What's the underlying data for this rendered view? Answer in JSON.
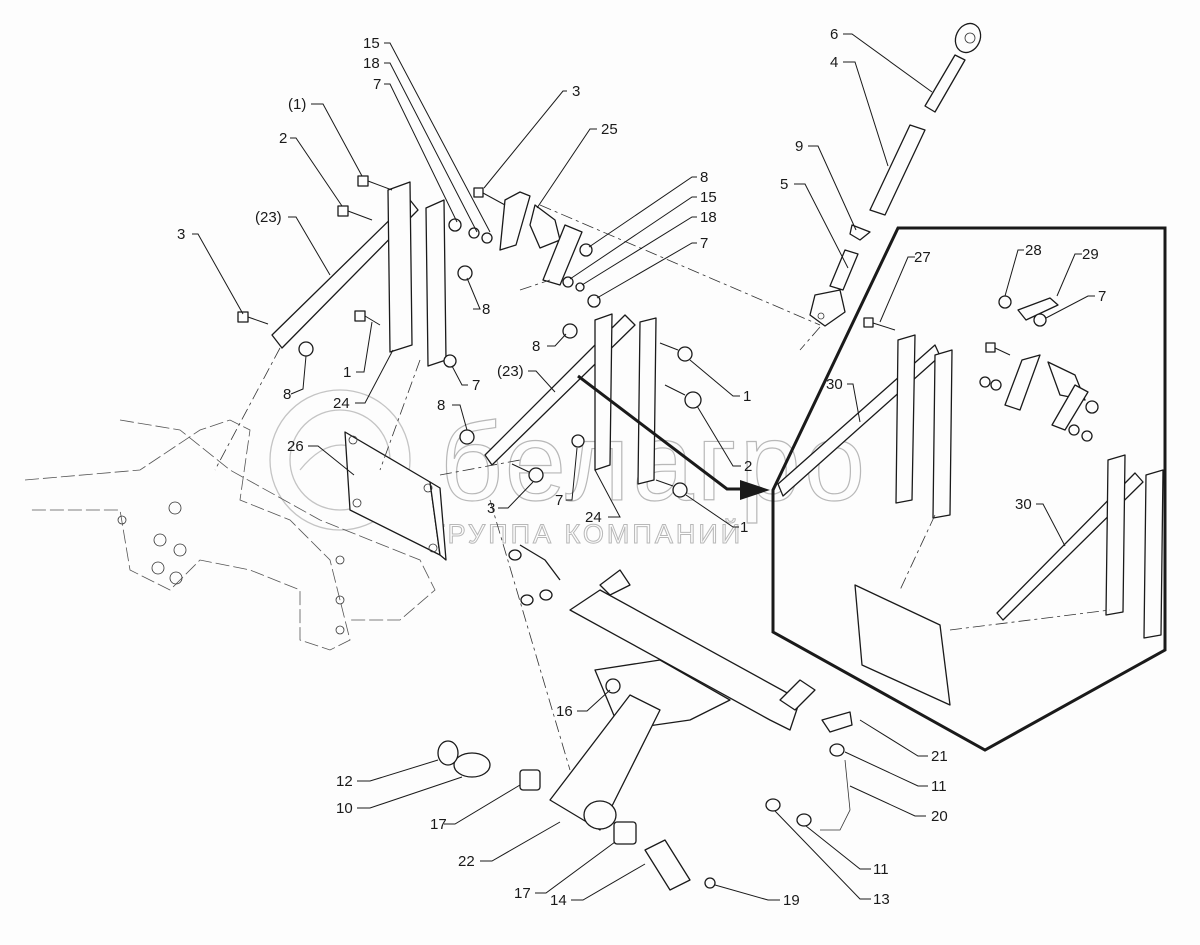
{
  "diagram": {
    "type": "exploded-parts-view",
    "colors": {
      "line": "#1a1a1a",
      "background": "#fdfdfd",
      "watermark": "#c4c4c4"
    },
    "watermark": {
      "brand": "белагро",
      "subtitle": "ГРУППА КОМПАНИЙ"
    },
    "callouts": [
      {
        "id": "c-15a",
        "label": "15"
      },
      {
        "id": "c-18a",
        "label": "18"
      },
      {
        "id": "c-7a",
        "label": "7"
      },
      {
        "id": "c-1p",
        "label": "(1)"
      },
      {
        "id": "c-2a",
        "label": "2"
      },
      {
        "id": "c-23a",
        "label": "(23)"
      },
      {
        "id": "c-3a",
        "label": "3"
      },
      {
        "id": "c-3b",
        "label": "3"
      },
      {
        "id": "c-25",
        "label": "25"
      },
      {
        "id": "c-8a",
        "label": "8"
      },
      {
        "id": "c-15b",
        "label": "15"
      },
      {
        "id": "c-18b",
        "label": "18"
      },
      {
        "id": "c-7b",
        "label": "7"
      },
      {
        "id": "c-8b",
        "label": "8"
      },
      {
        "id": "c-8c",
        "label": "8"
      },
      {
        "id": "c-1a",
        "label": "1"
      },
      {
        "id": "c-24a",
        "label": "24"
      },
      {
        "id": "c-7c",
        "label": "7"
      },
      {
        "id": "c-8d",
        "label": "8"
      },
      {
        "id": "c-23b",
        "label": "(23)"
      },
      {
        "id": "c-1b",
        "label": "1"
      },
      {
        "id": "c-2b",
        "label": "2"
      },
      {
        "id": "c-8e",
        "label": "8"
      },
      {
        "id": "c-26",
        "label": "26"
      },
      {
        "id": "c-3c",
        "label": "3"
      },
      {
        "id": "c-7d",
        "label": "7"
      },
      {
        "id": "c-24b",
        "label": "24"
      },
      {
        "id": "c-1c",
        "label": "1"
      },
      {
        "id": "c-6",
        "label": "6"
      },
      {
        "id": "c-4",
        "label": "4"
      },
      {
        "id": "c-9",
        "label": "9"
      },
      {
        "id": "c-5",
        "label": "5"
      },
      {
        "id": "c-27",
        "label": "27"
      },
      {
        "id": "c-28",
        "label": "28"
      },
      {
        "id": "c-29",
        "label": "29"
      },
      {
        "id": "c-7e",
        "label": "7"
      },
      {
        "id": "c-30a",
        "label": "30"
      },
      {
        "id": "c-30b",
        "label": "30"
      },
      {
        "id": "c-16",
        "label": "16"
      },
      {
        "id": "c-21",
        "label": "21"
      },
      {
        "id": "c-11a",
        "label": "11"
      },
      {
        "id": "c-20",
        "label": "20"
      },
      {
        "id": "c-11b",
        "label": "11"
      },
      {
        "id": "c-13",
        "label": "13"
      },
      {
        "id": "c-12",
        "label": "12"
      },
      {
        "id": "c-10",
        "label": "10"
      },
      {
        "id": "c-17a",
        "label": "17"
      },
      {
        "id": "c-22",
        "label": "22"
      },
      {
        "id": "c-17b",
        "label": "17"
      },
      {
        "id": "c-14",
        "label": "14"
      },
      {
        "id": "c-19",
        "label": "19"
      }
    ]
  }
}
